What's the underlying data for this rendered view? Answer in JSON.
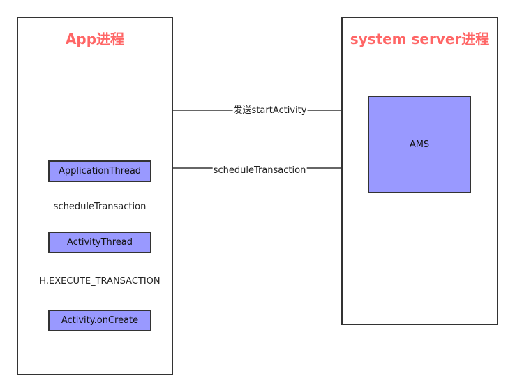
{
  "app_process": {
    "title": "App进程",
    "nodes": {
      "application_thread": "ApplicationThread",
      "activity_thread": "ActivityThread",
      "activity_on_create": "Activity.onCreate"
    },
    "edges": {
      "schedule_transaction": "scheduleTransaction",
      "execute_transaction": "H.EXECUTE_TRANSACTION"
    }
  },
  "system_server_process": {
    "title": "system server进程",
    "nodes": {
      "ams": "AMS"
    }
  },
  "cross_edges": {
    "start_activity": "发送startActivity",
    "schedule_transaction": "scheduleTransaction"
  },
  "colors": {
    "title": "#ff6666",
    "node_fill": "#9999ff",
    "stroke": "#333333"
  }
}
